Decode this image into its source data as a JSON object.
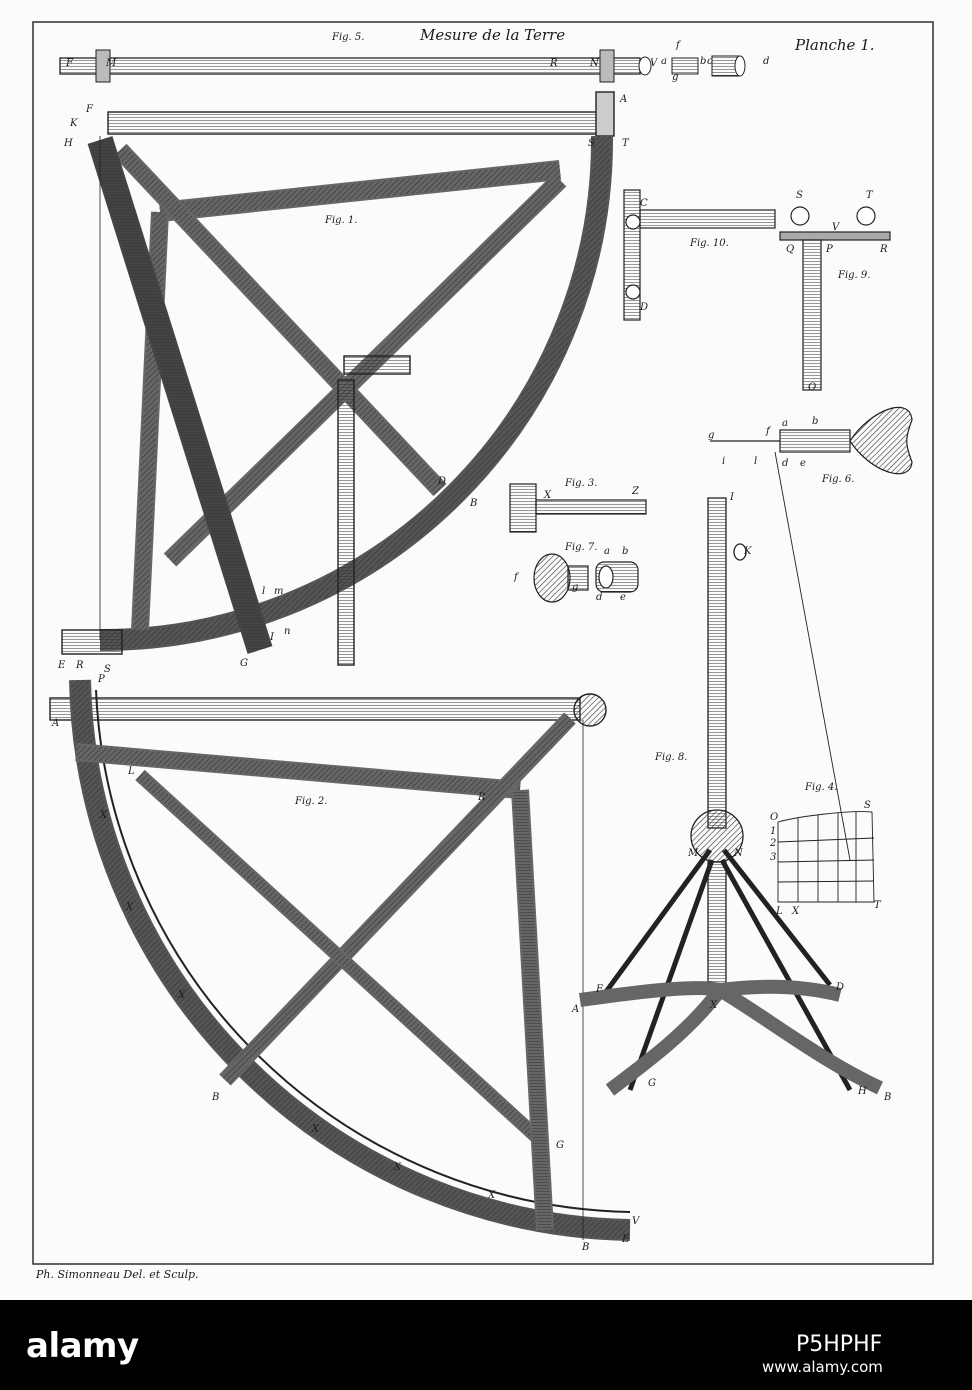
{
  "plate": {
    "title": "Mesure de la Terre",
    "planche": "Planche 1.",
    "signature": "Ph. Simonneau Del. et Sculp.",
    "figures": [
      "Fig. 5.",
      "Fig. 1.",
      "Fig. 10.",
      "Fig. 9.",
      "Fig. 6.",
      "Fig. 3.",
      "Fig. 7.",
      "Fig. 2.",
      "Fig. 8.",
      "Fig. 4."
    ],
    "letters": {
      "fig5": [
        "F",
        "M",
        "R",
        "N",
        "V",
        "f",
        "a",
        "g",
        "b",
        "c",
        "d"
      ],
      "fig1": [
        "F",
        "K",
        "H",
        "A",
        "S",
        "T",
        "D",
        "B",
        "l",
        "m",
        "n",
        "I",
        "G",
        "E",
        "R",
        "S"
      ],
      "fig10": [
        "C",
        "D"
      ],
      "fig9": [
        "S",
        "T",
        "V",
        "Q",
        "P",
        "R",
        "O"
      ],
      "fig6": [
        "g",
        "f",
        "a",
        "b",
        "i",
        "l",
        "d",
        "e"
      ],
      "fig3": [
        "X",
        "Z"
      ],
      "fig7": [
        "a",
        "b",
        "f",
        "g",
        "d",
        "e"
      ],
      "fig2": [
        "A",
        "P",
        "L",
        "X",
        "X",
        "X",
        "B",
        "X",
        "X",
        "X",
        "G",
        "V",
        "E",
        "B",
        "R"
      ],
      "fig8": [
        "I",
        "K",
        "M",
        "N",
        "F",
        "D",
        "X",
        "G",
        "H",
        "B",
        "A"
      ],
      "fig4": [
        "O",
        "1",
        "2",
        "3",
        "S",
        "L",
        "X",
        "T"
      ]
    }
  },
  "footer": {
    "logo": "alamy",
    "image_id": "P5HPHF",
    "url": "www.alamy.com"
  },
  "colors": {
    "ink": "#1a1a1a",
    "paper": "#fbfbf9",
    "banner": "#000000",
    "banner_text": "#ffffff"
  }
}
